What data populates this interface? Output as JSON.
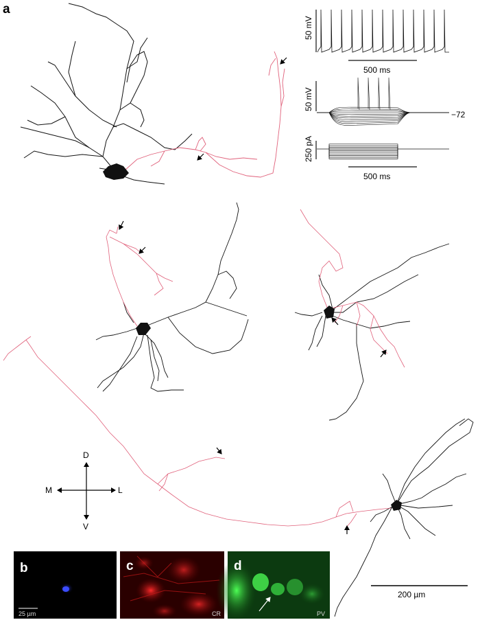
{
  "panels": {
    "a": "a",
    "b": "b",
    "c": "c",
    "d": "d"
  },
  "ephys": {
    "trace1_voltage_scale": "50 mV",
    "trace1_time_scale": "500 ms",
    "trace2_voltage_scale": "50 mV",
    "resting_potential": "−72",
    "current_scale": "250 pA",
    "trace2_time_scale": "500 ms"
  },
  "compass": {
    "dorsal": "D",
    "ventral": "V",
    "medial": "M",
    "lateral": "L"
  },
  "scale_bar_main": "200 µm",
  "photos": {
    "b_scale": "25 µm",
    "c_marker": "CR",
    "d_marker": "PV"
  },
  "colors": {
    "dendrite": "#111111",
    "axon": "#e0607a",
    "photo_b": "#1a2bd8",
    "photo_c": "#e01818",
    "photo_d": "#2ecc3a"
  }
}
